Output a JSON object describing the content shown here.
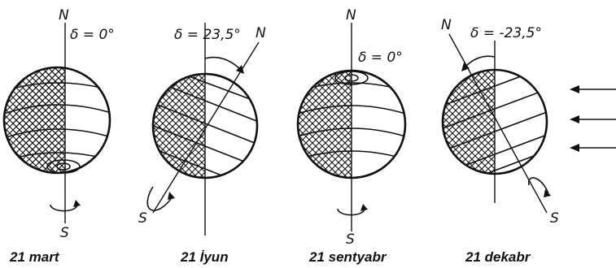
{
  "panels": [
    {
      "id": "mart",
      "date": "21 mart",
      "delta": "δ = 0°",
      "north": "N",
      "south": "S",
      "tilt_deg": 0,
      "lit_side": "right"
    },
    {
      "id": "iyun",
      "date": "21 İyun",
      "delta": "δ = 23,5°",
      "north": "N",
      "south": "S",
      "tilt_deg": 23.5,
      "lit_side": "right"
    },
    {
      "id": "sentyabr",
      "date": "21 sentyabr",
      "delta": "δ = 0°",
      "north": "N",
      "south": "S",
      "tilt_deg": 0,
      "lit_side": "right"
    },
    {
      "id": "dekabr",
      "date": "21 dekabr",
      "delta": "δ = -23,5°",
      "north": "N",
      "south": "S",
      "tilt_deg": -23.5,
      "lit_side": "right"
    }
  ],
  "sun_rays": {
    "count": 3,
    "direction": "from-right"
  },
  "colors": {
    "ink": "#111111",
    "background": "#ffffff"
  }
}
